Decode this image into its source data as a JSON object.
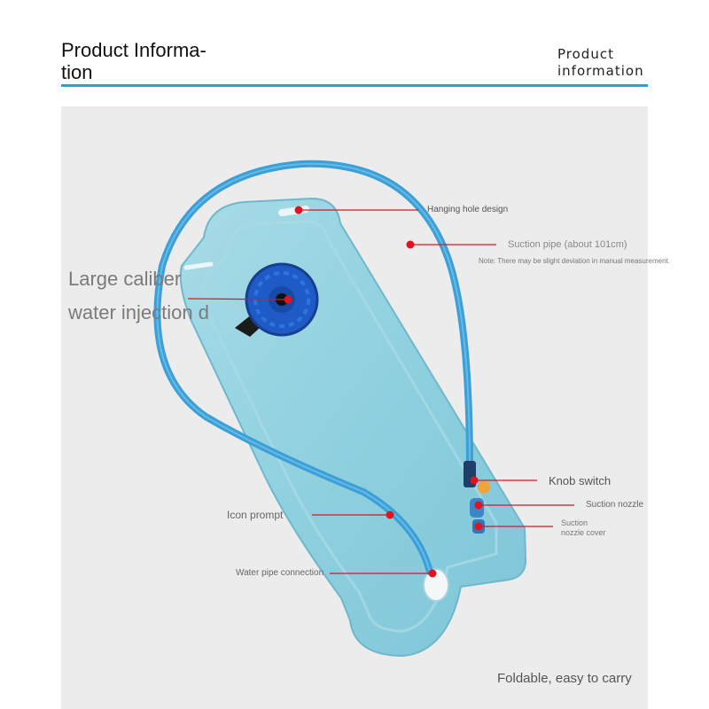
{
  "header": {
    "title": "Product Informa-\ntion",
    "title_line1": "Product Informa-",
    "title_line2": "tion",
    "subtitle_line1": "Product",
    "subtitle_line2": "information",
    "accent_color": "#18a9d6"
  },
  "product": {
    "bladder_color": "#8fd0df",
    "tube_color": "#3b9fd8",
    "cap_color": "#1e5bc6",
    "marker_color": "#e0141e"
  },
  "labels": {
    "hanging_hole": "Hanging hole design",
    "suction_pipe": "Suction pipe (about 101cm)",
    "note": "Note: There may be slight deviation in manual measurement.",
    "large_caliber_line1": "Large caliber",
    "large_caliber_line2": "water injection d",
    "knob_switch": "Knob switch",
    "suction_nozzle": "Suction nozzle",
    "nozzle_cover_line1": "Suction",
    "nozzle_cover_line2": "nozzle cover",
    "icon_prompt": "Icon prompt",
    "water_pipe": "Water pipe connection",
    "foldable": "Foldable, easy to carry"
  }
}
